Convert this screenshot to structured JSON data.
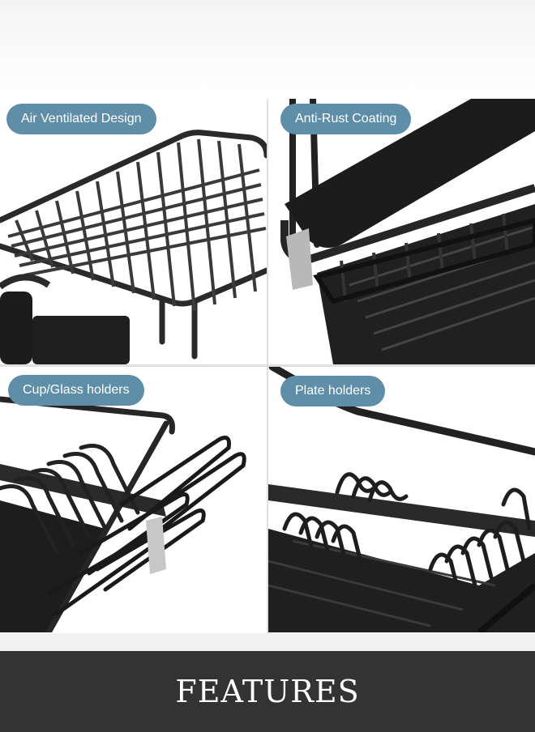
{
  "colors": {
    "pill": "#5f8ea8",
    "rack": "#222222",
    "footer": "#333333",
    "footer_text": "#ffffff"
  },
  "panels": [
    {
      "label": "Air Ventilated Design"
    },
    {
      "label": "Anti-Rust Coating"
    },
    {
      "label": "Cup/Glass holders"
    },
    {
      "label": "Plate holders"
    }
  ],
  "footer": {
    "title": "FEATURES"
  }
}
